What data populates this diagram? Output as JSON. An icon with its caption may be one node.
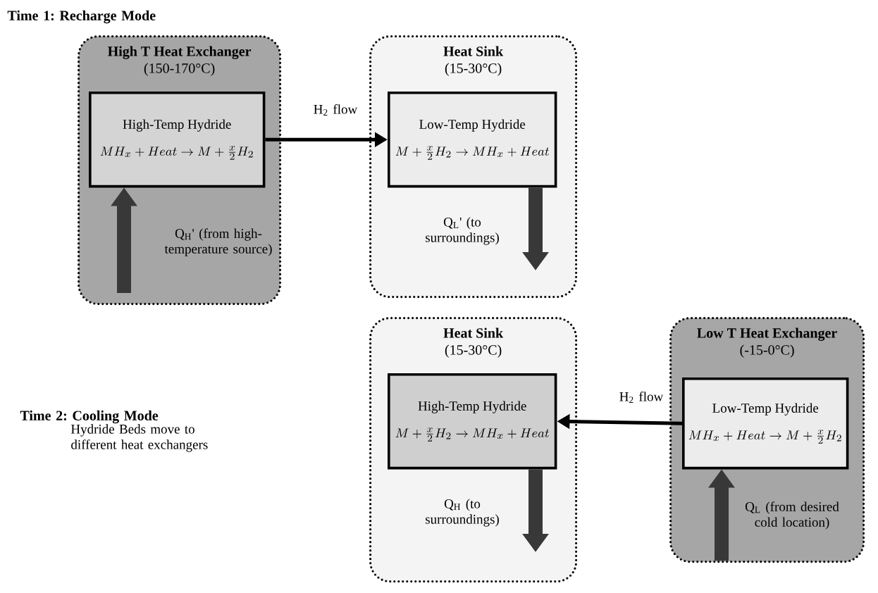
{
  "diagram": {
    "nodes": [
      {
        "text": [
          "High T Heat Exchanger",
          "(150-170°C)"
        ]
      },
      {
        "text": [
          "High-Temp Hydride",
          "MH_x + Heat \\rightarrow M + \\frac{x}{2}H_2"
        ],
        "in": 0
      },
      {
        "text": [
          "Heat Sink",
          "(15-30°C)"
        ]
      },
      {
        "text": [
          "Low-Temp Hydride",
          "M + \\frac{x}{2}H_2 \\rightarrow MH_x + Heat"
        ],
        "in": 2
      },
      {
        "text": [
          "Heat Sink",
          "(15-30°C)"
        ]
      },
      {
        "text": [
          "High-Temp Hydride",
          "M + \\frac{x}{2}H_2 \\rightarrow MH_x + Heat"
        ],
        "in": 4
      },
      {
        "text": [
          "Low T Heat Exchanger",
          "(-15-0°C)"
        ]
      },
      {
        "text": [
          "Low-Temp Hydride",
          "MH_x + Heat \\rightarrow M + \\frac{x}{2}H_2"
        ],
        "in": 6
      }
    ],
    "edges": [
      {
        "from": 1,
        "to": 3,
        "arrow": "to",
        "label": "H$_{2}$ flow"
      },
      {
        "from": null,
        "to": 1,
        "arrow": "to",
        "label": "Q$_{H}$' (from high-temperature source)"
      },
      {
        "from": 3,
        "to": null,
        "arrow": "to",
        "label": "Q$_{L}$' (to surroundings)"
      },
      {
        "from": 7,
        "to": 5,
        "arrow": "to",
        "label": "H$_{2}$ flow"
      },
      {
        "from": 5,
        "to": null,
        "arrow": "to",
        "label": "Q$_{H}$ (to surroundings)"
      },
      {
        "from": null,
        "to": 7,
        "arrow": "to",
        "label": "Q$_{L}$ (from desired cold location)"
      }
    ],
    "labels": [
      "Time 1: Recharge Mode",
      "Time 2: Cooling Mode",
      "Hydride Beds move to different heat exchangers"
    ]
  }
}
